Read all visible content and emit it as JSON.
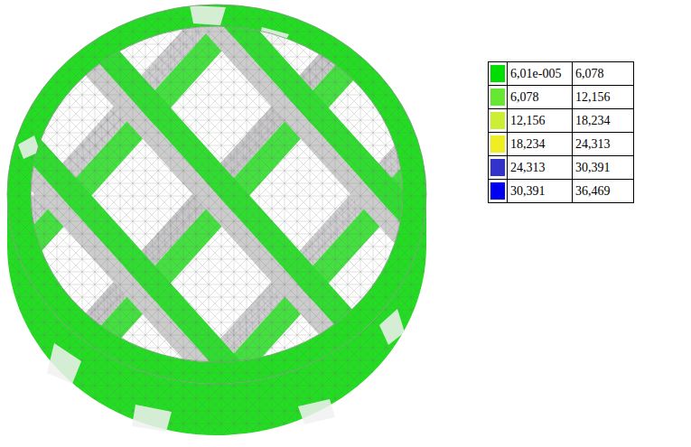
{
  "diagram": {
    "labels": [
      "6,078",
      "12,156",
      "18,234",
      "24,313",
      "30,391",
      "36,469"
    ],
    "legend": [
      {
        "text": "6,01e-005",
        "color": "#00dd00"
      },
      {
        "text": "6,078",
        "color": "#66e833"
      },
      {
        "text": "12,156",
        "color": "#ccee33"
      },
      {
        "text": "18,234",
        "color": "#eeee22"
      },
      {
        "text": "24,313",
        "color": "#3333cc"
      },
      {
        "text": "30,391",
        "color": "#0000ee"
      }
    ]
  }
}
